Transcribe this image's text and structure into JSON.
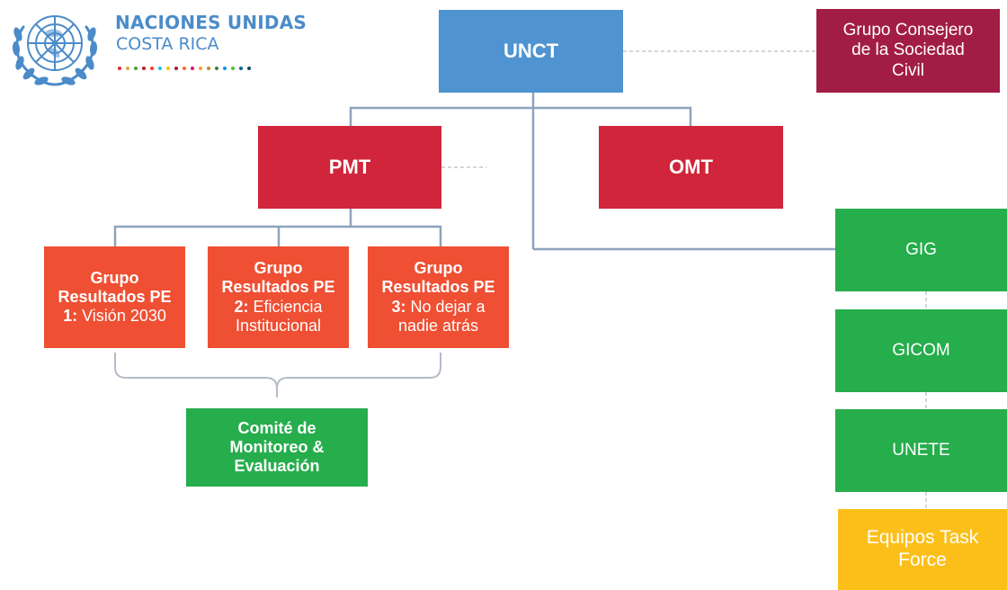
{
  "logo": {
    "name": "NACIONES UNIDAS",
    "country": "COSTA RICA",
    "color": "#4b8bc9",
    "dot_colors": [
      "#e5243b",
      "#dda63a",
      "#4c9f38",
      "#c5192d",
      "#ff3a21",
      "#26bde2",
      "#fcc30b",
      "#a21942",
      "#fd6925",
      "#dd1367",
      "#fd9d24",
      "#bf8b2e",
      "#3f7e44",
      "#0a97d9",
      "#56c02b",
      "#00689d",
      "#19486a"
    ]
  },
  "boxes": {
    "unct": "UNCT",
    "pmt": "PMT",
    "omt": "OMT",
    "civil": [
      "Grupo Consejero",
      "de la Sociedad",
      "Civil"
    ],
    "group1": {
      "line1": "Grupo",
      "line2": "Resultados PE",
      "num": "1:",
      "rest": " Visión 2030"
    },
    "group2": {
      "line1": "Grupo",
      "line2": "Resultados PE",
      "num": "2:",
      "rest": " Eficiencia",
      "line4": "Institucional"
    },
    "group3": {
      "line1": "Grupo",
      "line2": "Resultados PE",
      "num": "3:",
      "rest": " No dejar a",
      "line4": "nadie atrás"
    },
    "comite": [
      "Comité de",
      "Monitoreo &",
      "Evaluación"
    ],
    "gig": "GIG",
    "gicom": "GICOM",
    "unete": "UNETE",
    "task": [
      "Equipos Task",
      "Force"
    ]
  },
  "colors": {
    "blue": "#4f94d0",
    "red": "#d0253a",
    "maroon": "#a21d45",
    "orange": "#ef4f33",
    "green": "#26ad4c",
    "yellow": "#fcbf1a",
    "connector": "#8ea3bd"
  }
}
